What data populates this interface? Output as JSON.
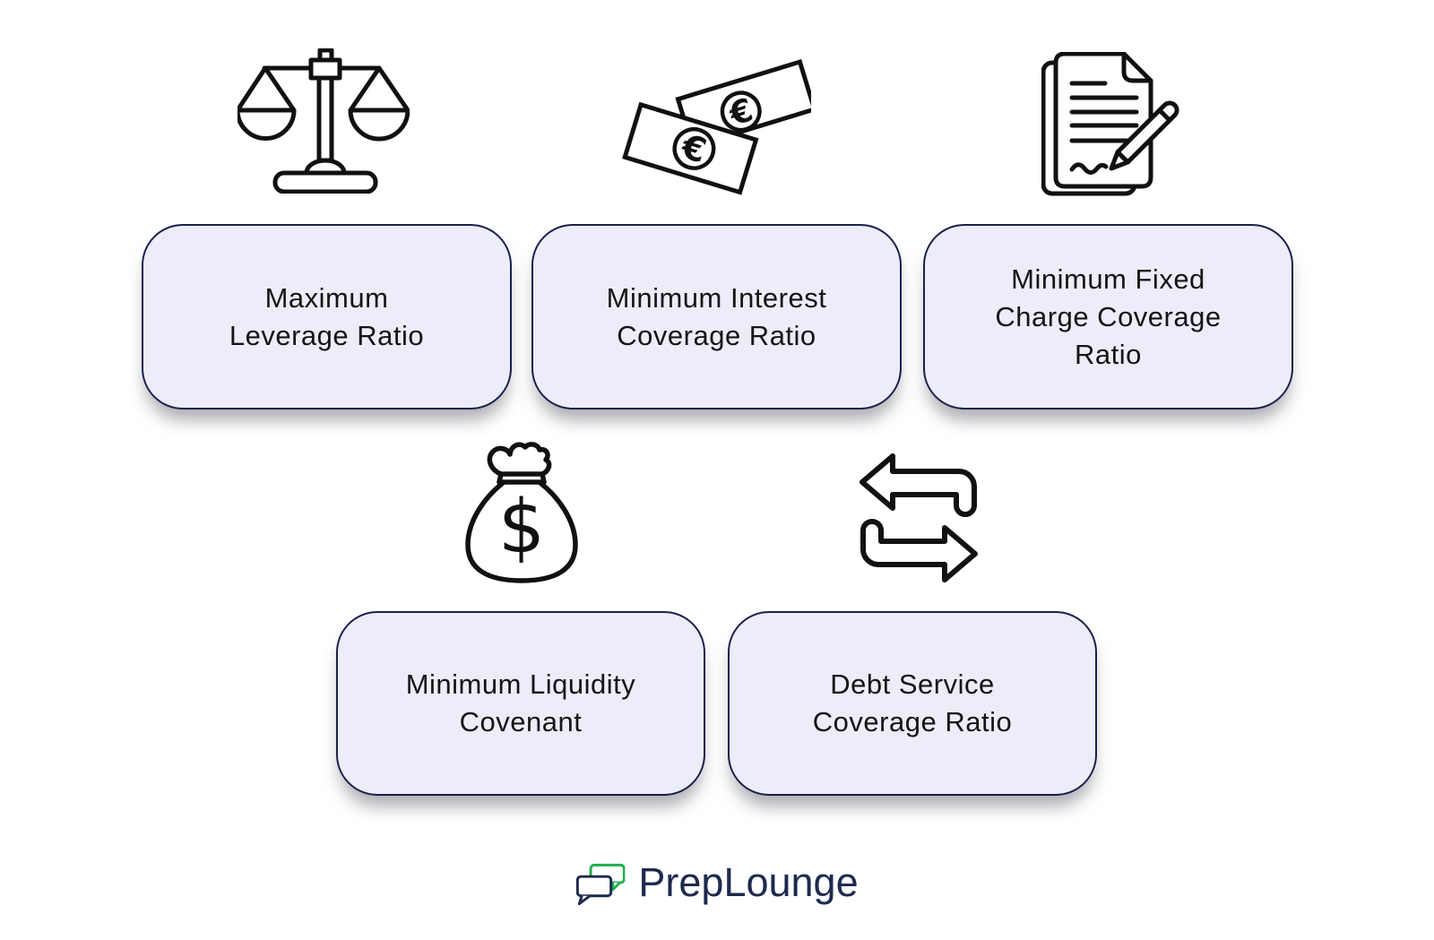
{
  "page": {
    "background_color": "#ffffff"
  },
  "colors": {
    "card_background": "#edecf9",
    "card_border": "#1a204d",
    "card_text": "#151515",
    "icon_stroke": "#111111",
    "logo_green": "#22ad4e",
    "logo_navy": "#1e2a4e"
  },
  "cards": [
    {
      "label": "Maximum\nLeverage Ratio",
      "icon": "balance-scale-icon"
    },
    {
      "label": "Minimum Interest\nCoverage Ratio",
      "icon": "euro-banknotes-icon"
    },
    {
      "label": "Minimum Fixed\nCharge Coverage\nRatio",
      "icon": "contract-pen-icon"
    },
    {
      "label": "Minimum Liquidity\nCovenant",
      "icon": "money-bag-icon"
    },
    {
      "label": "Debt Service\nCoverage Ratio",
      "icon": "swap-arrows-icon"
    }
  ],
  "branding": {
    "logo_text": "PrepLounge"
  }
}
